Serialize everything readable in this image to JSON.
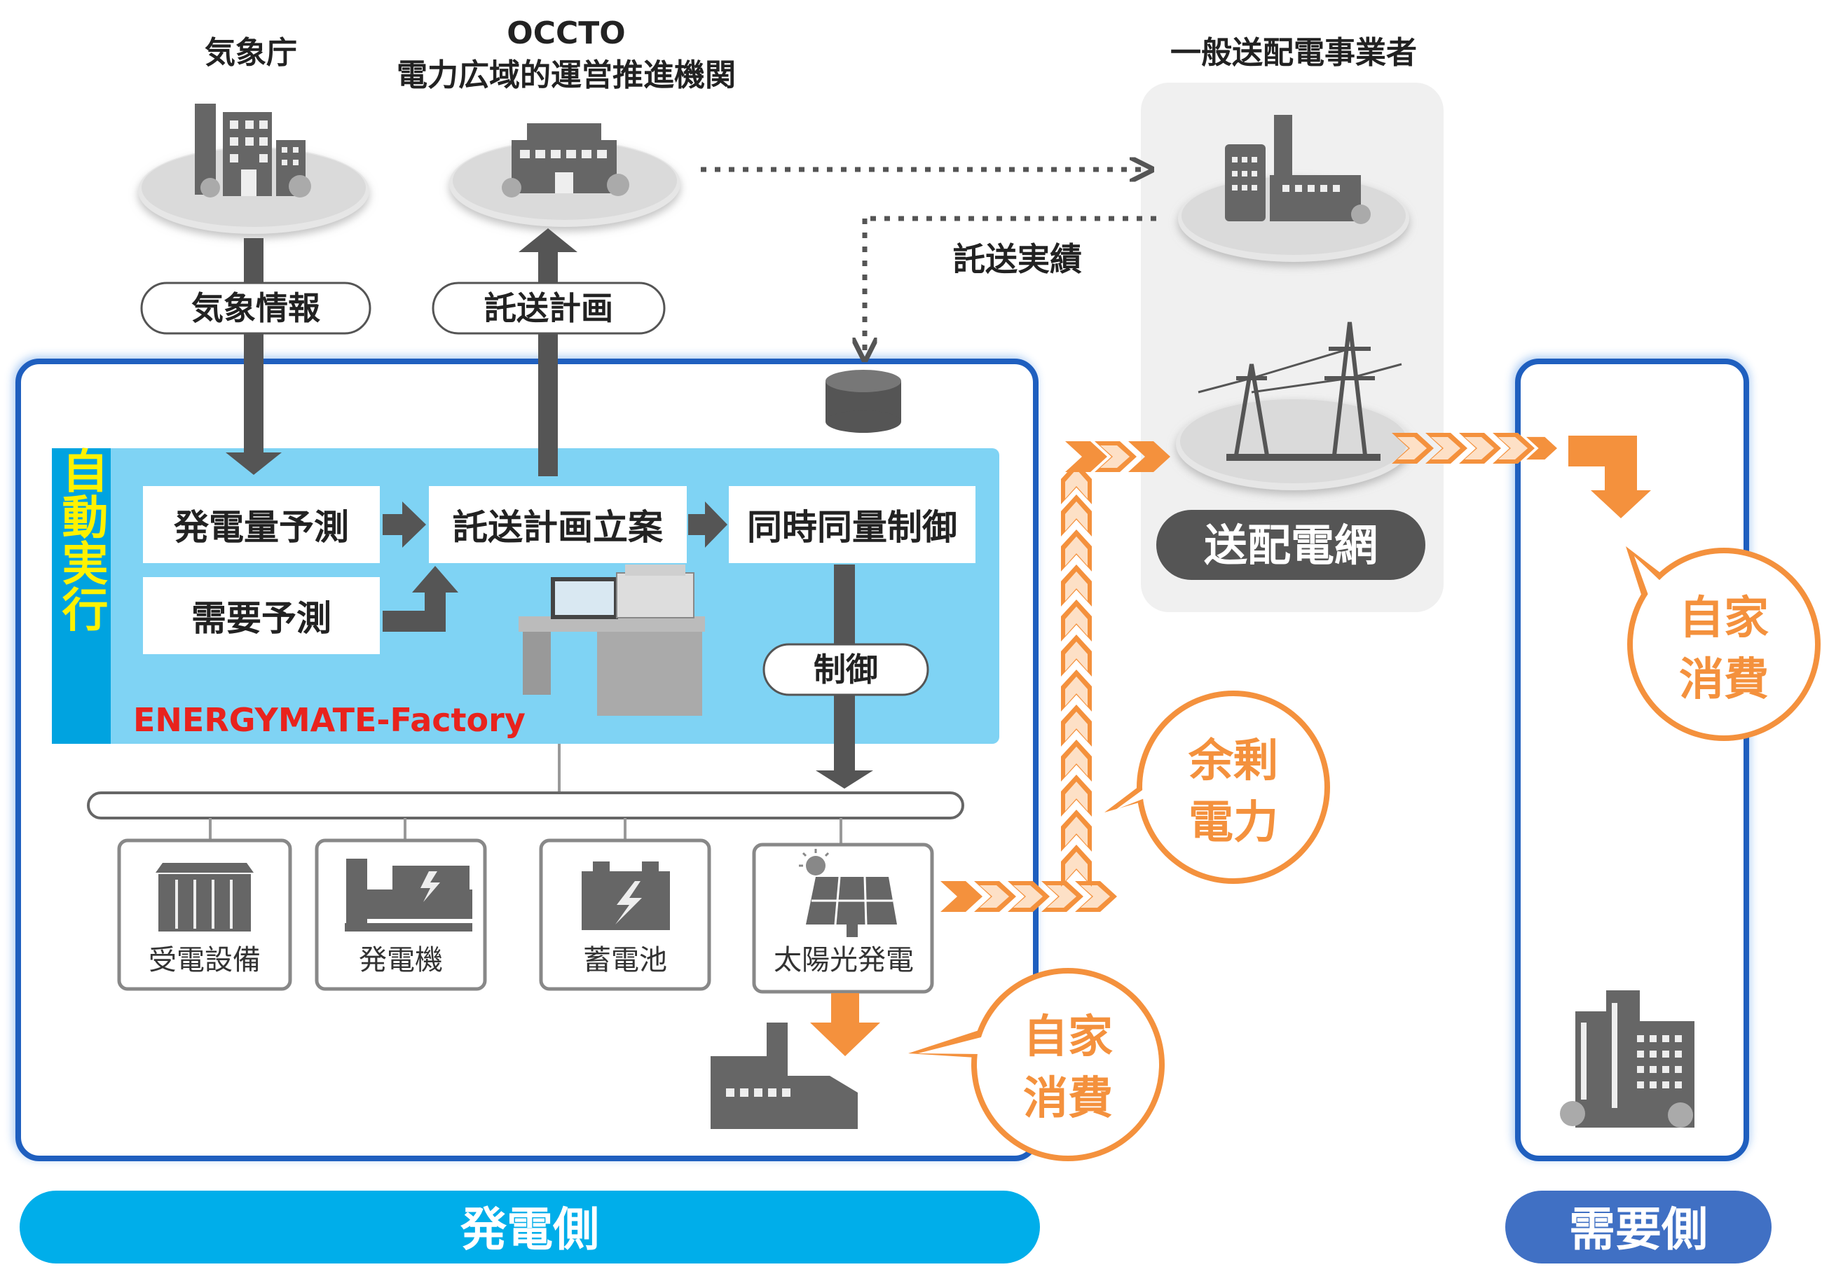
{
  "org": {
    "jma_label": "気象庁",
    "occto_label_1": "OCCTO",
    "occto_label_2": "電力広域的運営推進機関",
    "tso_label": "一般送配電事業者"
  },
  "flows": {
    "weather_info": "気象情報",
    "transmission_plan": "託送計画",
    "transmission_results": "託送実績",
    "control": "制御"
  },
  "system": {
    "auto_label": "自動実行",
    "steps": {
      "gen_forecast": "発電量予測",
      "demand_forecast": "需要予測",
      "plan_making": "託送計画立案",
      "balancing": "同時同量制御"
    },
    "product_name": "ENERGYMATE-Factory"
  },
  "devices": [
    "受電設備",
    "発電機",
    "蓄電池",
    "太陽光発電"
  ],
  "grid_label": "送配電網",
  "bubbles": {
    "surplus": [
      "余剰",
      "電力"
    ],
    "self_use_gen": [
      "自家",
      "消費"
    ],
    "self_use_demand": [
      "自家",
      "消費"
    ]
  },
  "sides": {
    "generation": "発電側",
    "demand": "需要側"
  },
  "colors": {
    "box_border": "#1f5fbf",
    "panel_fill": "#7fd3f4",
    "auto_bar": "#00a3e0",
    "auto_text": "#fff200",
    "product_text": "#e8231d",
    "orange": "#f4913d",
    "gray": "#555555",
    "gen_bar": "#00aeea",
    "demand_bar": "#4070c4"
  }
}
